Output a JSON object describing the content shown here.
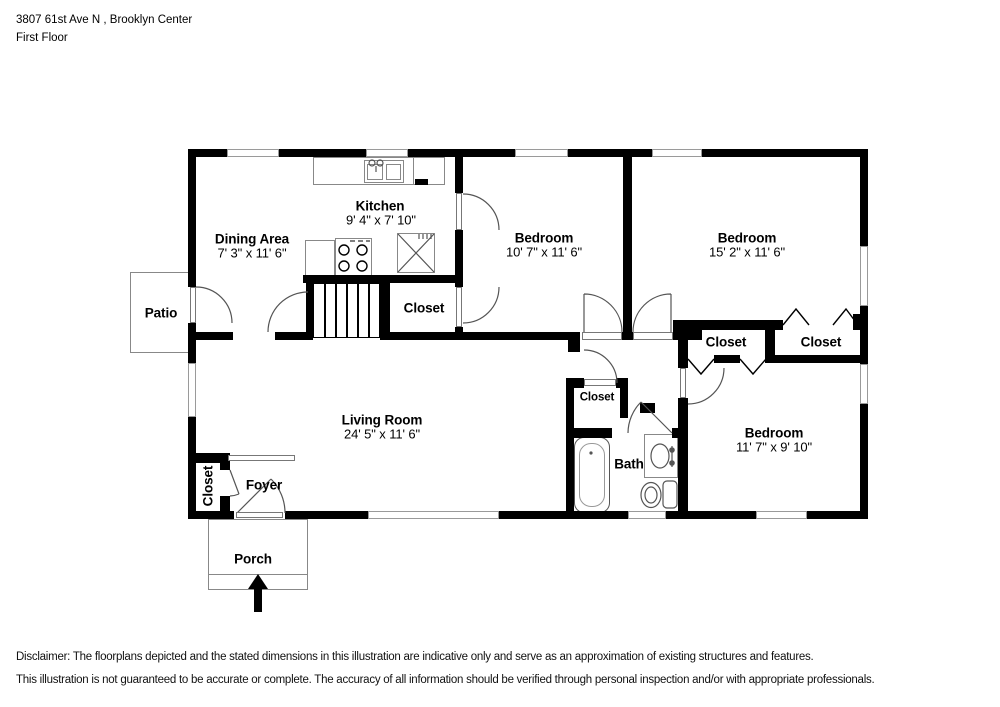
{
  "header": {
    "address": "3807 61st Ave N , Brooklyn Center",
    "floor_label": "First Floor"
  },
  "rooms": {
    "dining": {
      "name": "Dining Area",
      "dims": "7' 3\" x 11' 6\""
    },
    "kitchen": {
      "name": "Kitchen",
      "dims": "9' 4\" x 7' 10\""
    },
    "bedroom_top_left": {
      "name": "Bedroom",
      "dims": "10' 7\" x 11' 6\""
    },
    "bedroom_top_right": {
      "name": "Bedroom",
      "dims": "15' 2\" x 11' 6\""
    },
    "bedroom_bottom_right": {
      "name": "Bedroom",
      "dims": "11' 7\" x 9' 10\""
    },
    "living": {
      "name": "Living Room",
      "dims": "24' 5\" x 11' 6\""
    },
    "bath": {
      "name": "Bath"
    },
    "foyer": {
      "name": "Foyer"
    },
    "patio": {
      "name": "Patio"
    },
    "porch": {
      "name": "Porch"
    },
    "closet_kitchen": {
      "name": "Closet"
    },
    "closet_foyer": {
      "name": "Closet"
    },
    "closet_hall": {
      "name": "Closet"
    },
    "closet_bedroom3": {
      "name": "Closet"
    },
    "closet_bedroom2": {
      "name": "Closet"
    }
  },
  "footer": {
    "disclaimer_line1": "Disclaimer: The floorplans depicted and the stated dimensions in this illustration are indicative only and serve as an approximation of existing structures and features.",
    "disclaimer_line2": "This illustration is not guaranteed to be accurate or complete. The accuracy of all information should be verified through personal inspection and/or with appropriate professionals."
  },
  "colors": {
    "wall": "#000000",
    "line": "#555555",
    "background": "#ffffff"
  }
}
